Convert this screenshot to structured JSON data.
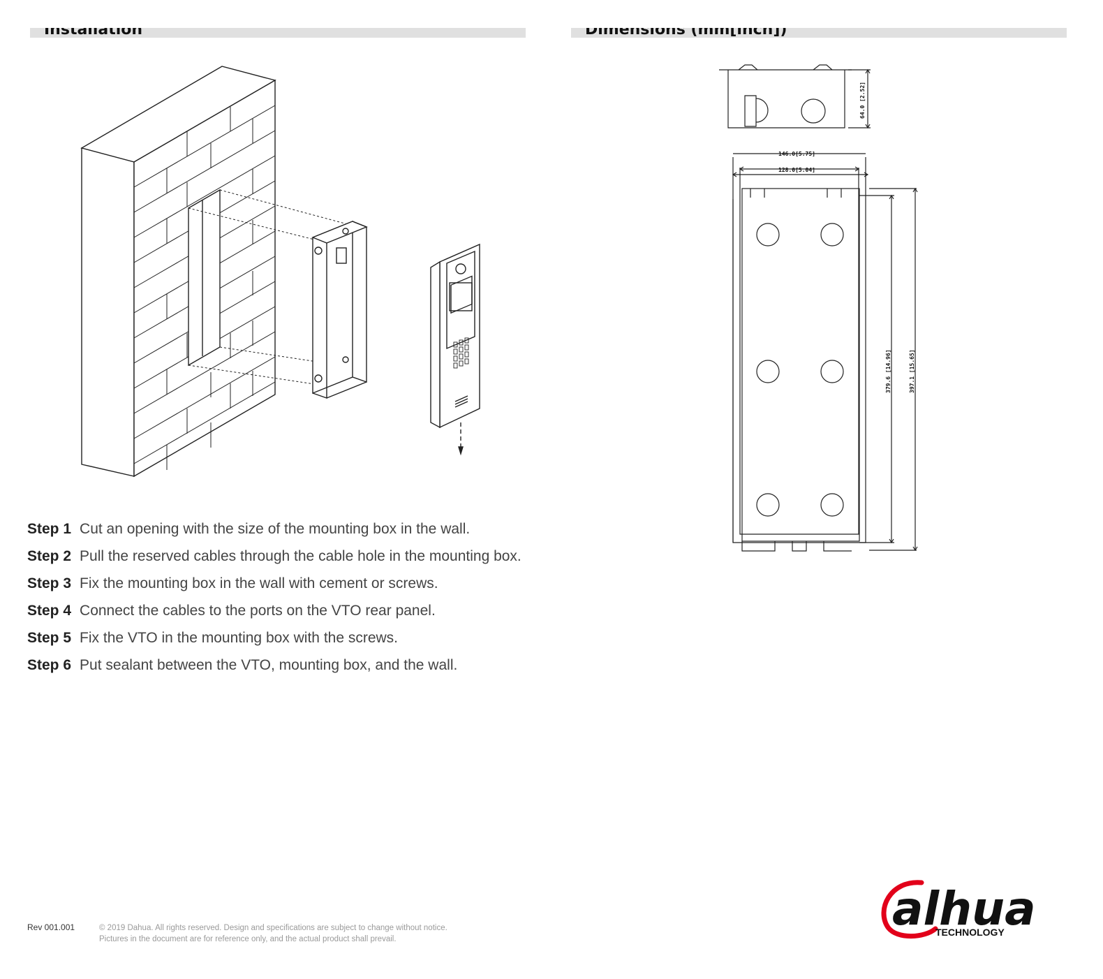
{
  "sections": {
    "installation_title": "Installation",
    "dimensions_title": "Dimensions (mm[inch])"
  },
  "dimensions": {
    "depth": "64.0 [2.52]",
    "outer_width": "146.0[5.75]",
    "inner_width": "128.0[5.04]",
    "inner_height": "379.6 [14.96]",
    "outer_height": "397.1 [15.65]"
  },
  "steps": [
    {
      "label": "Step 1",
      "text": "Cut an opening with the size of the mounting box in the wall."
    },
    {
      "label": "Step 2",
      "text": "Pull the reserved cables through the cable hole in the mounting box."
    },
    {
      "label": "Step 3",
      "text": "Fix the mounting box in the wall with cement or screws."
    },
    {
      "label": "Step 4",
      "text": "Connect the cables to the ports on the VTO rear panel."
    },
    {
      "label": "Step 5",
      "text": "Fix the VTO in the mounting box with the screws."
    },
    {
      "label": "Step 6",
      "text": "Put sealant between the VTO, mounting box, and the wall."
    }
  ],
  "footer": {
    "revision": "Rev 001.001",
    "copyright_line1": "© 2019 Dahua. All rights reserved. Design and specifications are subject to change without notice.",
    "copyright_line2": "Pictures in the document are for reference only, and the actual product shall prevail."
  },
  "logo": {
    "brand": "alhua",
    "tagline": "TECHNOLOGY",
    "brand_color": "#e2001a",
    "text_color": "#111111"
  }
}
